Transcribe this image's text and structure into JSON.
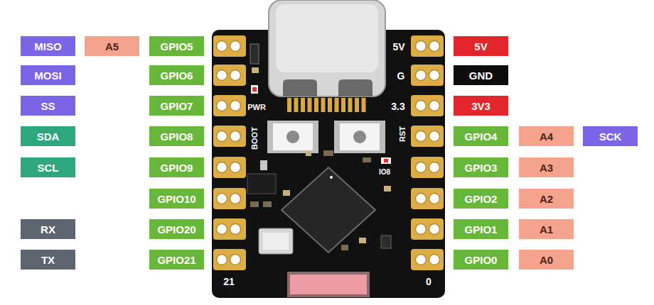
{
  "diagram": {
    "nodes": [
      {
        "text": [
          "MISO"
        ]
      },
      {
        "text": [
          "A5"
        ]
      },
      {
        "text": [
          "GPIO5"
        ]
      },
      {
        "text": [
          "5V"
        ]
      },
      {
        "text": [
          "MOSI"
        ]
      },
      {
        "text": [
          "GPIO6"
        ]
      },
      {
        "text": [
          "GND"
        ]
      },
      {
        "text": [
          "SS"
        ]
      },
      {
        "text": [
          "GPIO7"
        ]
      },
      {
        "text": [
          "3V3"
        ]
      },
      {
        "text": [
          "SDA"
        ]
      },
      {
        "text": [
          "GPIO8"
        ]
      },
      {
        "text": [
          "GPIO4"
        ]
      },
      {
        "text": [
          "A4"
        ]
      },
      {
        "text": [
          "SCK"
        ]
      },
      {
        "text": [
          "SCL"
        ]
      },
      {
        "text": [
          "GPIO9"
        ]
      },
      {
        "text": [
          "GPIO3"
        ]
      },
      {
        "text": [
          "A3"
        ]
      },
      {
        "text": [
          "GPIO10"
        ]
      },
      {
        "text": [
          "GPIO2"
        ]
      },
      {
        "text": [
          "A2"
        ]
      },
      {
        "text": [
          "RX"
        ]
      },
      {
        "text": [
          "GPIO20"
        ]
      },
      {
        "text": [
          "GPIO1"
        ]
      },
      {
        "text": [
          "A1"
        ]
      },
      {
        "text": [
          "TX"
        ]
      },
      {
        "text": [
          "GPIO21"
        ]
      },
      {
        "text": [
          "GPIO0"
        ]
      },
      {
        "text": [
          "A0"
        ]
      }
    ],
    "labels": [
      "5V",
      "G",
      "3.3",
      "PWR",
      "BOOT",
      "RST",
      "IO8",
      "21",
      "0"
    ]
  }
}
